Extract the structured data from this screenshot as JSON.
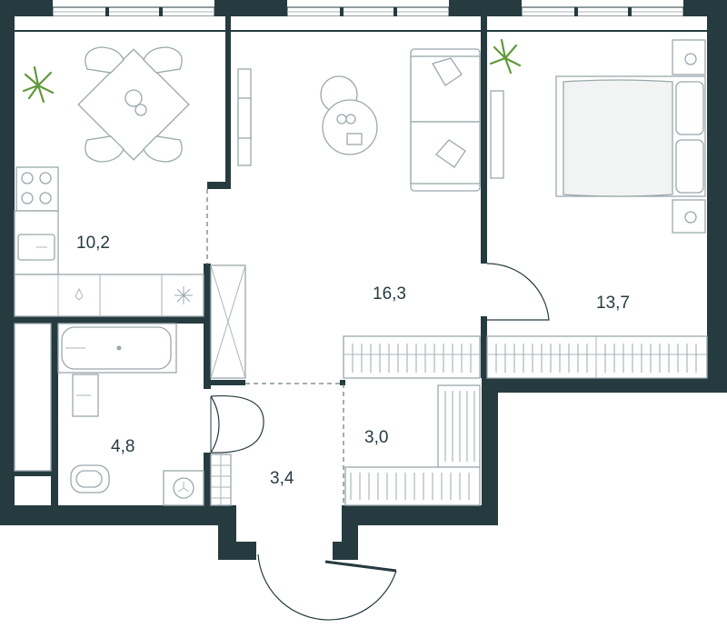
{
  "rooms": [
    {
      "id": "kitchen",
      "area": "10,2"
    },
    {
      "id": "living",
      "area": "16,3"
    },
    {
      "id": "bedroom",
      "area": "13,7"
    },
    {
      "id": "bathroom",
      "area": "4,8"
    },
    {
      "id": "hallway",
      "area": "3,4"
    },
    {
      "id": "storage",
      "area": "3,0"
    }
  ],
  "colors": {
    "wall": "#263b40",
    "furniture_stroke": "#9aa8ac",
    "plant": "#5f9a3a"
  }
}
